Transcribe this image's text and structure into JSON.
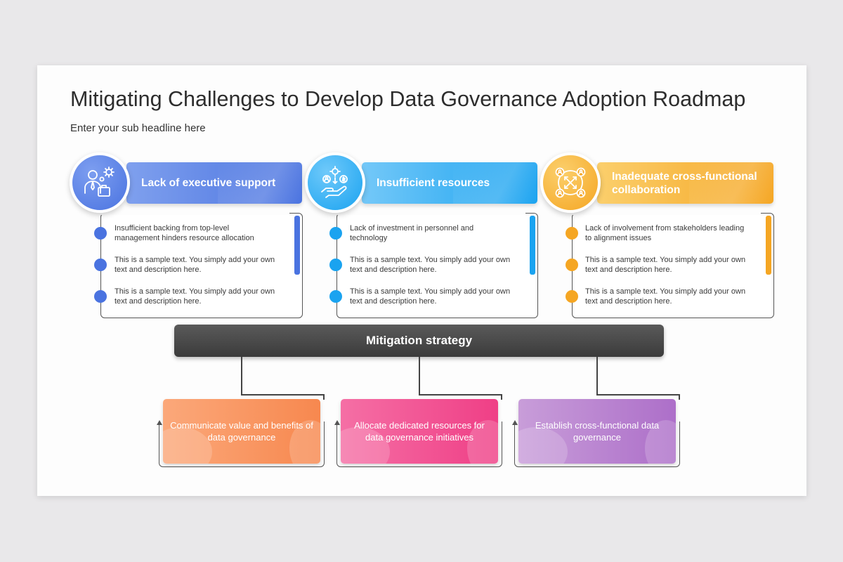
{
  "title": "Mitigating Challenges to Develop Data Governance Adoption Roadmap",
  "subtitle": "Enter your sub headline here",
  "colors": {
    "blue": "#4a73e0",
    "cyan": "#1aa3f0",
    "orange": "#f5a623",
    "dark": "#444444"
  },
  "challenges": [
    {
      "heading": "Lack of executive support",
      "icon": "executive-settings-icon",
      "color": "#4a73e0",
      "bullets": [
        "Insufficient backing from top-level management hinders resource allocation",
        "This is a sample text. You simply add your own text and description here.",
        "This is a sample text. You simply add your own text and description here."
      ]
    },
    {
      "heading": "Insufficient resources",
      "icon": "resources-hand-icon",
      "color": "#1aa3f0",
      "bullets": [
        "Lack of investment in personnel and technology",
        "This is a sample text. You simply add your own text and description here.",
        "This is a sample text. You simply add your own text and description here."
      ]
    },
    {
      "heading": "Inadequate cross-functional collaboration",
      "icon": "collaboration-network-icon",
      "color": "#f5a623",
      "bullets": [
        "Lack of involvement from stakeholders leading to alignment issues",
        "This is a sample text. You simply add your own text and description here.",
        "This is a sample text. You simply add your own text and description here."
      ]
    }
  ],
  "strategy": {
    "label": "Mitigation strategy"
  },
  "solutions": [
    "Communicate value and benefits of data governance",
    "Allocate dedicated resources for data governance initiatives",
    "Establish cross-functional data governance"
  ]
}
